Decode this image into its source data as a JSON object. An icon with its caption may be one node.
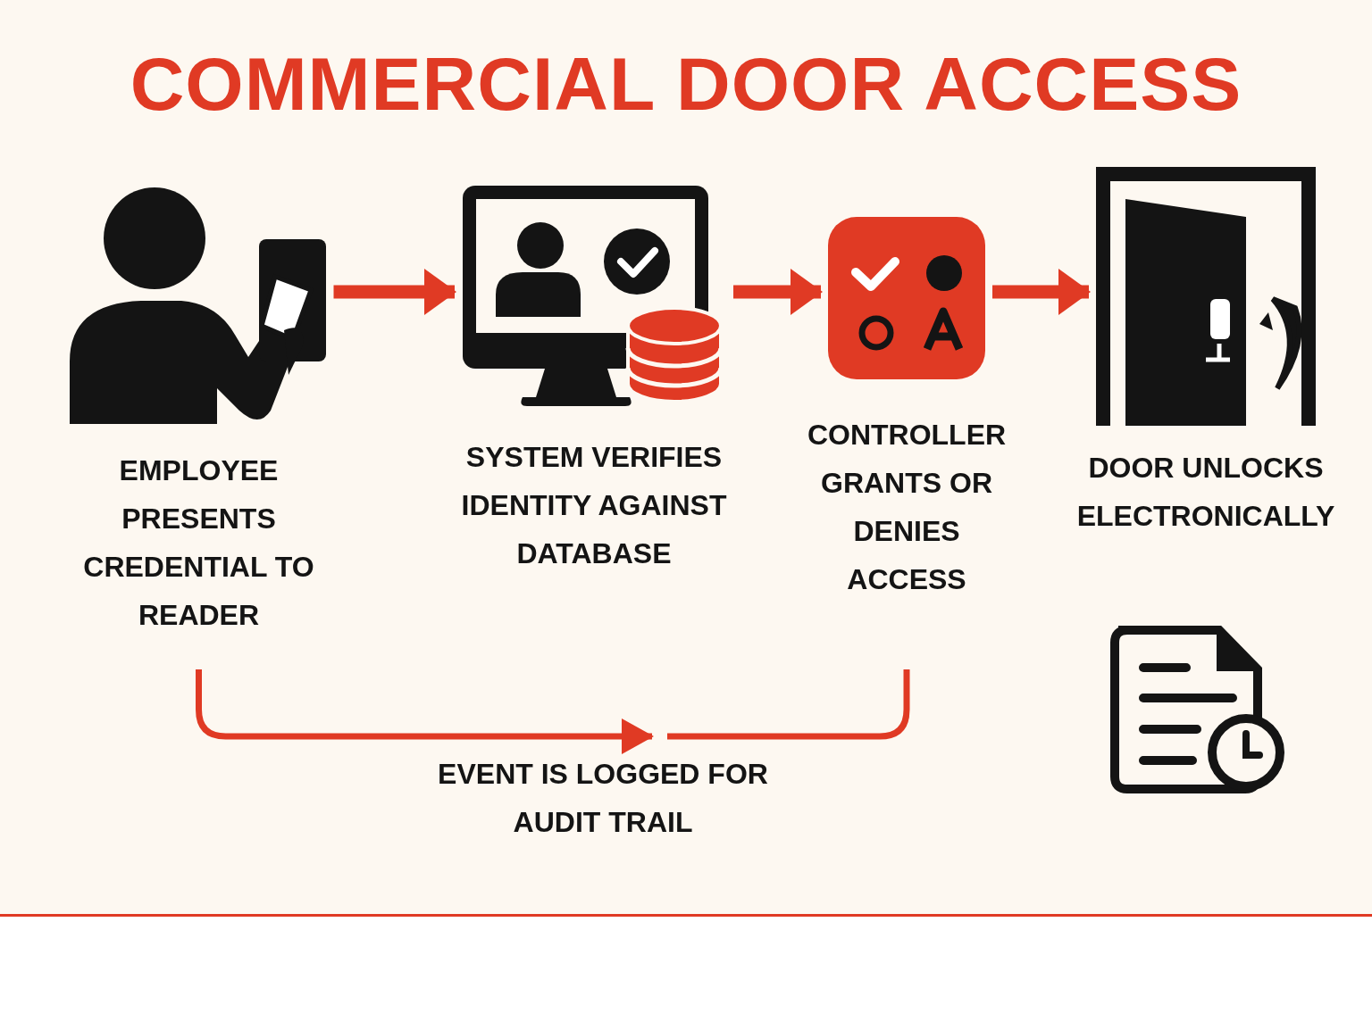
{
  "diagram": {
    "title": "COMMERCIAL DOOR ACCESS",
    "nodes": [
      {
        "text": [
          "EMPLOYEE PRESENTS CREDENTIAL TO READER"
        ]
      },
      {
        "text": [
          "SYSTEM VERIFIES IDENTITY AGAINST DATABASE"
        ]
      },
      {
        "text": [
          "CONTROLLER GRANTS OR DENIES ACCESS"
        ]
      },
      {
        "text": [
          "DOOR UNLOCKS ELECTRONICALLY"
        ]
      },
      {
        "text": [
          "EVENT IS LOGGED FOR AUDIT TRAIL"
        ]
      }
    ],
    "edges": [
      {
        "from": 0,
        "to": 1,
        "arrow": "to"
      },
      {
        "from": 1,
        "to": 2,
        "arrow": "to"
      },
      {
        "from": 2,
        "to": 3,
        "arrow": "to"
      },
      {
        "from": 0,
        "to": 4,
        "arrow": "to"
      },
      {
        "from": 2,
        "to": 4,
        "arrow": "none"
      }
    ]
  }
}
